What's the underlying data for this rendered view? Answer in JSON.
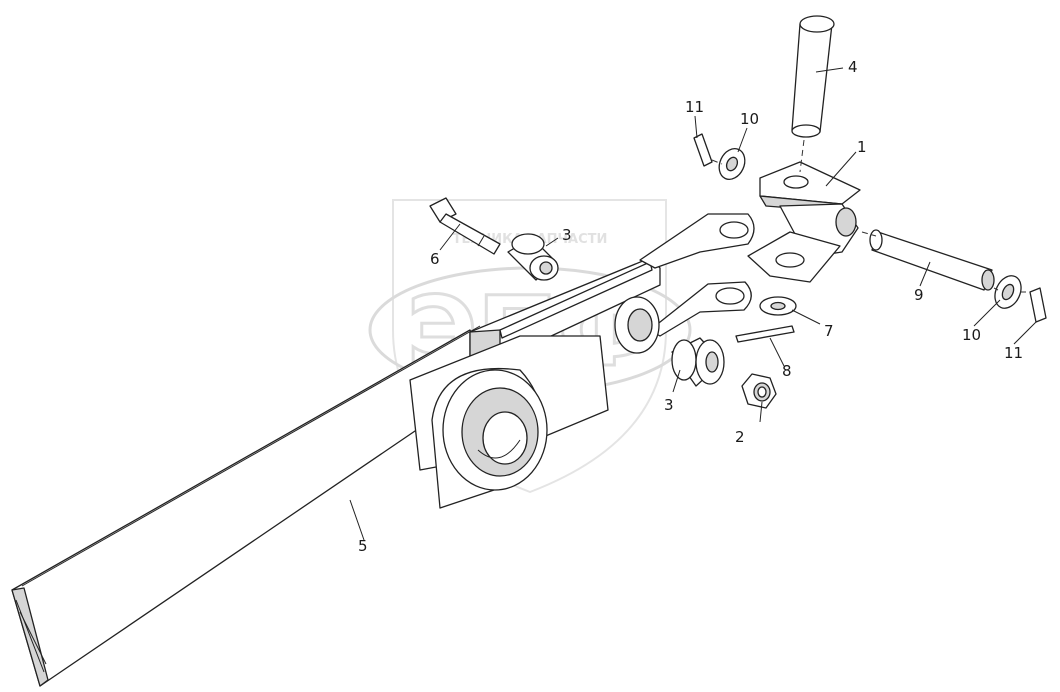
{
  "watermark": {
    "brand_line": "ТЕХНИКА ЗАПЧАСТИ",
    "logo_letters": "ЭПФ"
  },
  "callouts": [
    {
      "id": "1",
      "text": "1"
    },
    {
      "id": "2",
      "text": "2"
    },
    {
      "id": "3a",
      "text": "3"
    },
    {
      "id": "3b",
      "text": "3"
    },
    {
      "id": "4",
      "text": "4"
    },
    {
      "id": "5",
      "text": "5"
    },
    {
      "id": "6",
      "text": "6"
    },
    {
      "id": "7",
      "text": "7"
    },
    {
      "id": "8",
      "text": "8"
    },
    {
      "id": "9",
      "text": "9"
    },
    {
      "id": "10a",
      "text": "10"
    },
    {
      "id": "10b",
      "text": "10"
    },
    {
      "id": "11a",
      "text": "11"
    },
    {
      "id": "11b",
      "text": "11"
    }
  ]
}
